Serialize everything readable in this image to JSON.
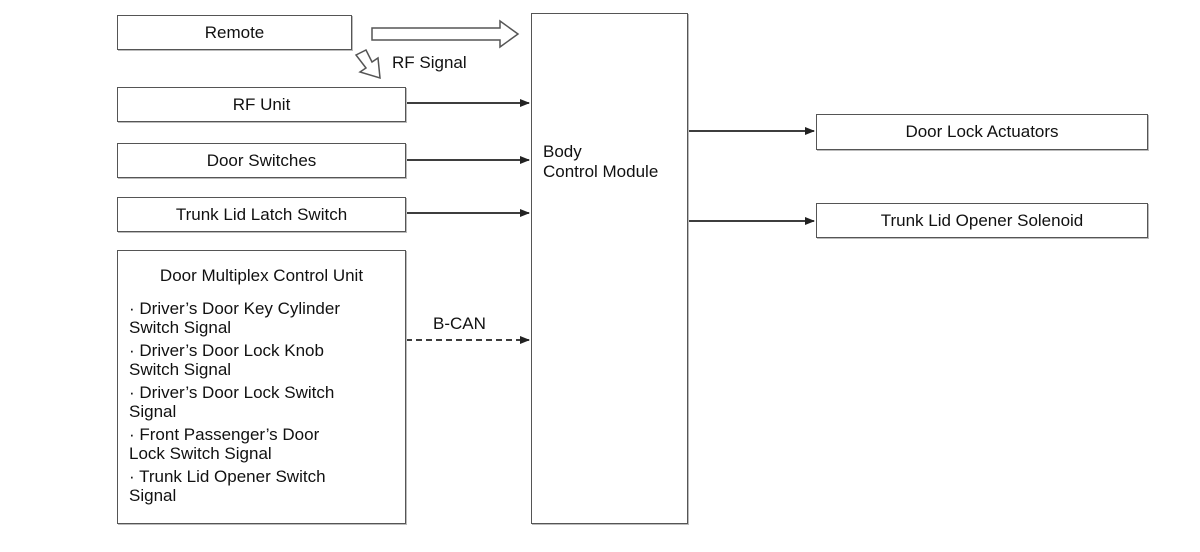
{
  "remote": "Remote",
  "rf_signal": "RF Signal",
  "rf_unit": "RF Unit",
  "door_switches": "Door Switches",
  "trunk_latch": "Trunk Lid Latch Switch",
  "bcm": {
    "line1": "Body",
    "line2": "Control Module"
  },
  "bcan": "B-CAN",
  "door_lock_actuators": "Door Lock Actuators",
  "trunk_opener_solenoid": "Trunk Lid Opener Solenoid",
  "dmcu": {
    "title": "Door Multiplex Control Unit",
    "signals": [
      {
        "line1": "· Driver’s Door Key Cylinder",
        "line2": "Switch Signal"
      },
      {
        "line1": "· Driver’s Door Lock Knob",
        "line2": "Switch Signal"
      },
      {
        "line1": "· Driver’s Door Lock Switch",
        "line2": "Signal"
      },
      {
        "line1": "· Front Passenger’s Door",
        "line2": "Lock Switch Signal"
      },
      {
        "line1": "· Trunk Lid Opener Switch",
        "line2": "Signal"
      }
    ]
  }
}
